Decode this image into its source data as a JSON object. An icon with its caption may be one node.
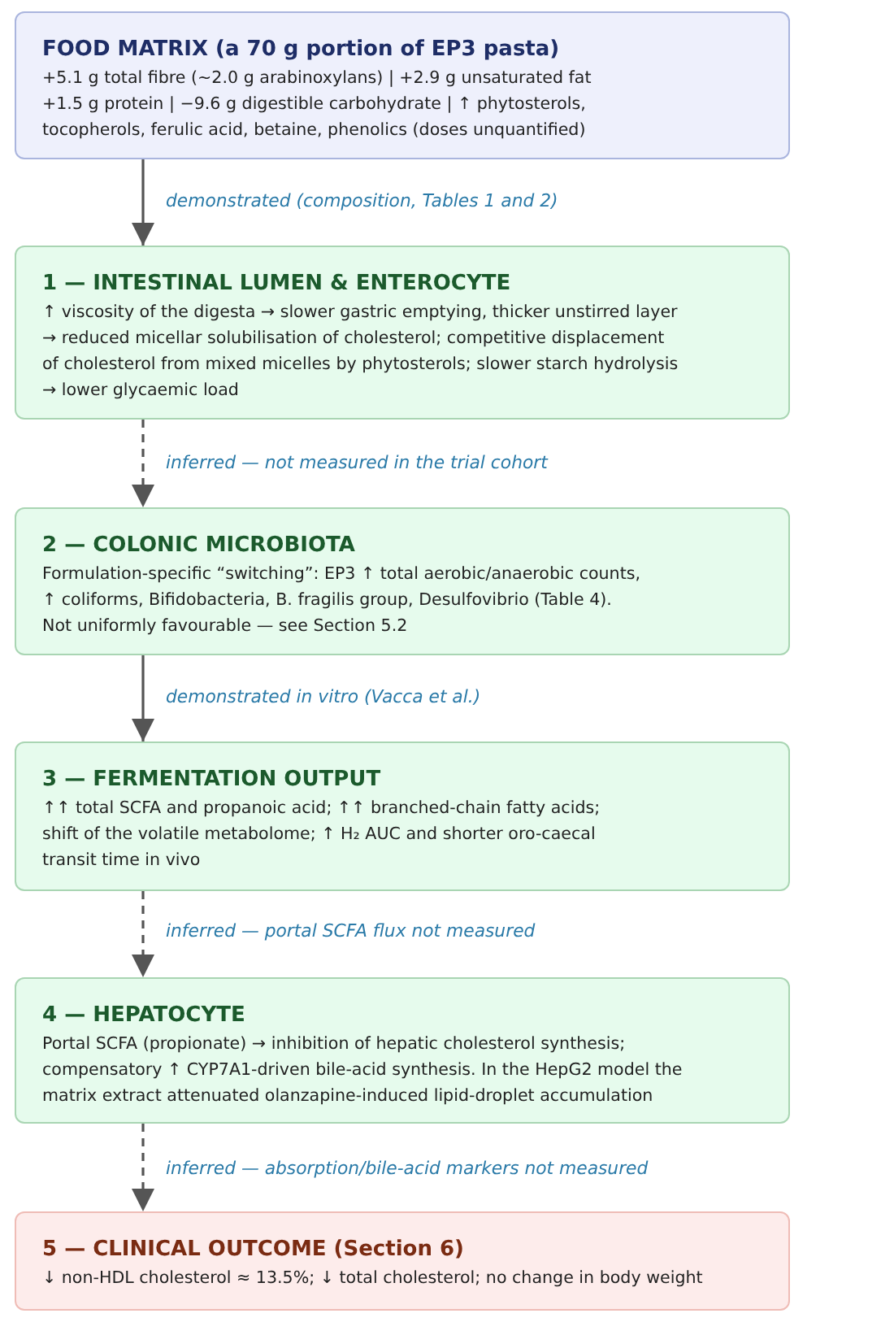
{
  "diagram": {
    "nodes": [
      {
        "text": [
          "FOOD MATRIX (a 70 g portion of EP3 pasta)",
          "+5.1 g total fibre (~2.0 g arabinoxylans) | +2.9 g unsaturated fat +1.5 g protein | −9.6 g digestible carbohydrate | ↑ phytosterols, tocopherols, ferulic acid, betaine, phenolics (doses unquantified)"
        ]
      },
      {
        "text": [
          "1 — INTESTINAL LUMEN & ENTEROCYTE",
          "↑ viscosity of the digesta → slower gastric emptying, thicker unstirred layer → reduced micellar solubilisation of cholesterol; competitive displacement of cholesterol from mixed micelles by phytosterols; slower starch hydrolysis → lower glycaemic load"
        ]
      },
      {
        "text": [
          "2 — COLONIC MICROBIOTA",
          "Formulation-specific “switching”: EP3 ↑ total aerobic/anaerobic counts, ↑ coliforms, Bifidobacteria, B. fragilis group, Desulfovibrio (Table 4). Not uniformly favourable — see Section 5.2"
        ]
      },
      {
        "text": [
          "3 — FERMENTATION OUTPUT",
          "↑↑ total SCFA and propanoic acid; ↑↑ branched-chain fatty acids; shift of the volatile metabolome; ↑ H₂ AUC and shorter oro-caecal transit time in vivo"
        ]
      },
      {
        "text": [
          "4 — HEPATOCYTE",
          "Portal SCFA (propionate) → inhibition of hepatic cholesterol synthesis; compensatory ↑ CYP7A1-driven bile-acid synthesis. In the HepG2 model the matrix extract attenuated olanzapine-induced lipid-droplet accumulation"
        ]
      },
      {
        "text": [
          "5 — CLINICAL OUTCOME (Section 6)",
          "↓ non-HDL cholesterol ≈ 13.5%; ↓ total cholesterol; no change in body weight"
        ]
      }
    ],
    "edges": [
      {
        "from": 0,
        "to": 1,
        "arrow": "to",
        "label": "demonstrated (composition, Tables 1 and 2)"
      },
      {
        "from": 1,
        "to": 2,
        "arrow": "to",
        "label": "inferred — not measured in the trial cohort",
        "style": "dashed"
      },
      {
        "from": 2,
        "to": 3,
        "arrow": "to",
        "label": "demonstrated in vitro (Vacca et al.)"
      },
      {
        "from": 3,
        "to": 4,
        "arrow": "to",
        "label": "inferred — portal SCFA flux not measured",
        "style": "dashed"
      },
      {
        "from": 4,
        "to": 5,
        "arrow": "to",
        "label": "inferred — absorption/bile-acid markers not measured",
        "style": "dashed"
      }
    ]
  }
}
